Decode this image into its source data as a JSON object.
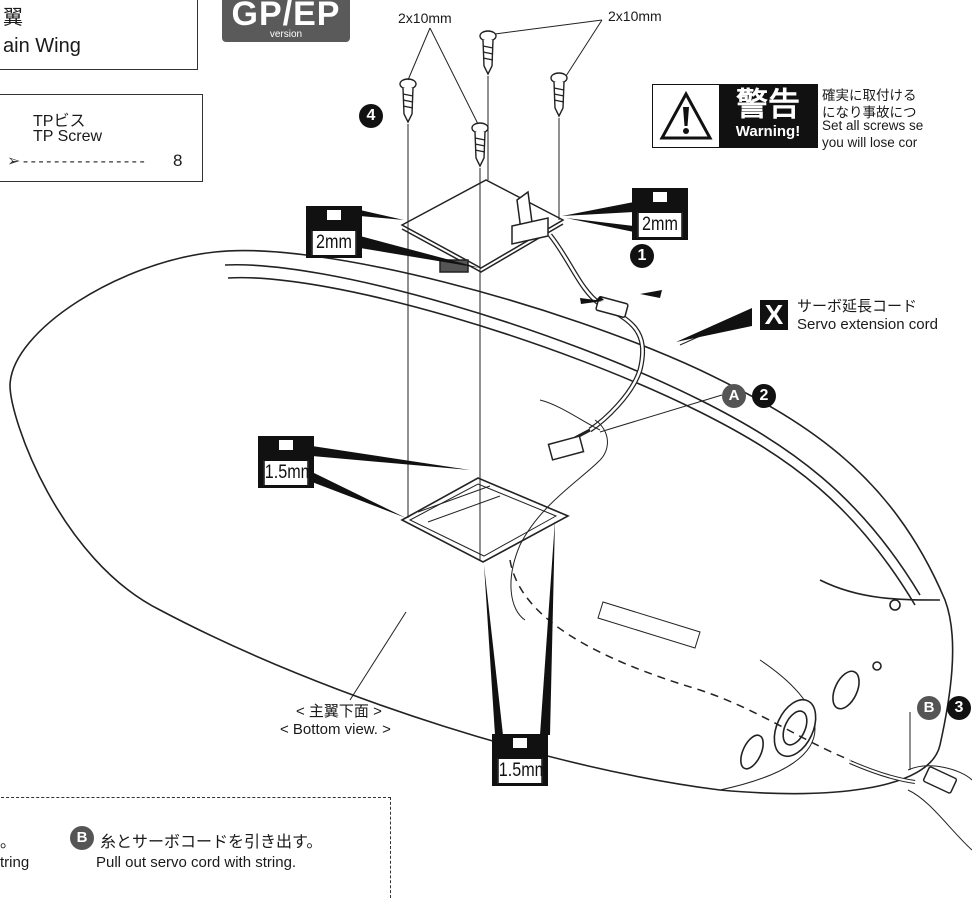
{
  "title": {
    "jp": "翼",
    "en": "ain Wing"
  },
  "version_badge": {
    "main": "GP/EP",
    "sub": "version"
  },
  "screw_box": {
    "jp": "TPビス",
    "en": "TP Screw",
    "quantity": "8"
  },
  "screw_size_left": "2x10mm",
  "screw_size_right": "2x10mm",
  "warning": {
    "kanji": "警告",
    "label": "Warning!",
    "lines": [
      "確実に取付ける",
      "になり事故につ",
      "Set all screws se",
      "you will lose cor"
    ]
  },
  "depth_tags": [
    "2mm",
    "2mm",
    "1.5mm",
    "1.5mm"
  ],
  "step_numbers": {
    "one": "1",
    "two": "2",
    "three": "3",
    "four": "4"
  },
  "step_letters": {
    "a": "A",
    "b": "B"
  },
  "servo_cord": {
    "letter": "X",
    "jp": "サーボ延長コード",
    "en": "Servo extension cord"
  },
  "view_label": {
    "jp": "< 主翼下面 >",
    "en": "< Bottom view. >"
  },
  "bottom_note": {
    "left_jp": "。",
    "left_en": "tring",
    "jp": "糸とサーボコードを引き出す。",
    "en": "Pull out servo cord with string."
  },
  "icons": [
    "screw-icon",
    "warning-triangle-icon",
    "depth-arrow-icon",
    "push-arrows-icon",
    "servo-icon",
    "wing-icon"
  ],
  "colors": {
    "ink": "#1a1a1a",
    "badge": "#5a5a5a",
    "letter_circle": "#555555"
  }
}
